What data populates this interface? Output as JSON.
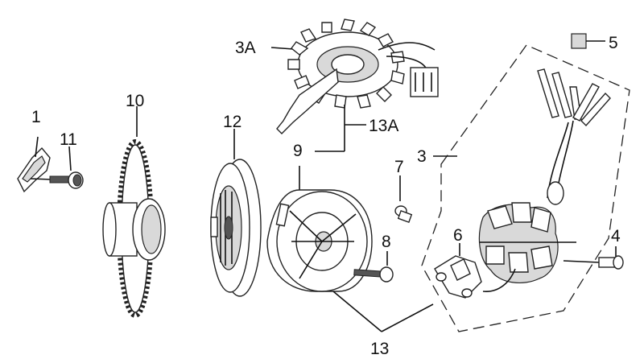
{
  "callouts": {
    "c1": "1",
    "c11": "11",
    "c10": "10",
    "c12": "12",
    "c3a": "3A",
    "c13a": "13A",
    "c9": "9",
    "c3": "3",
    "c7": "7",
    "c5": "5",
    "c6": "6",
    "c8": "8",
    "c4": "4",
    "c13": "13"
  },
  "colors": {
    "line": "#111111",
    "shade": "#d9d9d9",
    "background": "#ffffff"
  },
  "parts": [
    "bracket",
    "bolt",
    "starter-gear",
    "flywheel-rotor",
    "stator-3a",
    "rotor-cup",
    "screw",
    "stator-3",
    "pickup-coil",
    "bolt-8",
    "bolt-4",
    "connector-5"
  ]
}
